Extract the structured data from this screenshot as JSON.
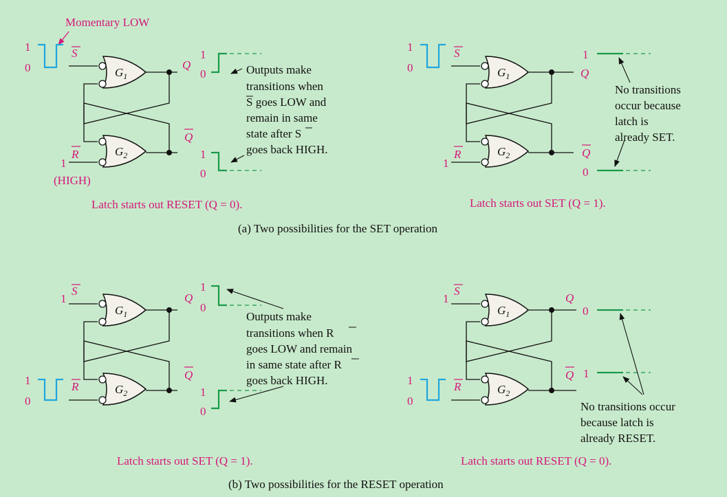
{
  "panels": [
    {
      "id": "a-left",
      "s_label": "S",
      "r_label": "R",
      "gate1": "G",
      "gate1_sub": "1",
      "gate2": "G",
      "gate2_sub": "2",
      "q_label": "Q",
      "qbar_label": "Q",
      "s_levels": [
        "1",
        "0"
      ],
      "r_levels": [
        "1"
      ],
      "q_levels": [
        "1",
        "0"
      ],
      "qbar_levels": [
        "1",
        "0"
      ],
      "extra_label": "(HIGH)",
      "top_label": "Momentary LOW",
      "caption": "Latch starts out RESET (Q = 0).",
      "annotation": [
        "Outputs make",
        "transitions when",
        "S goes LOW and",
        "remain in same",
        "state after S",
        "goes back HIGH."
      ]
    },
    {
      "id": "a-right",
      "s_label": "S",
      "r_label": "R",
      "gate1": "G",
      "gate1_sub": "1",
      "gate2": "G",
      "gate2_sub": "2",
      "q_label": "Q",
      "qbar_label": "Q",
      "s_levels": [
        "1",
        "0"
      ],
      "r_levels": [
        "1"
      ],
      "q_levels": [
        "1"
      ],
      "qbar_levels": [
        "0"
      ],
      "caption": "Latch starts out SET (Q = 1).",
      "annotation": [
        "No transitions",
        "occur because",
        "latch is",
        "already SET."
      ]
    },
    {
      "id": "b-left",
      "s_label": "S",
      "r_label": "R",
      "gate1": "G",
      "gate1_sub": "1",
      "gate2": "G",
      "gate2_sub": "2",
      "q_label": "Q",
      "qbar_label": "Q",
      "s_levels": [
        "1"
      ],
      "r_levels": [
        "1",
        "0"
      ],
      "q_levels": [
        "1",
        "0"
      ],
      "qbar_levels": [
        "1",
        "0"
      ],
      "caption": "Latch starts out SET (Q = 1).",
      "annotation": [
        "Outputs make",
        "transitions when R",
        "goes LOW and remain",
        "in same state after R",
        "goes back HIGH."
      ]
    },
    {
      "id": "b-right",
      "s_label": "S",
      "r_label": "R",
      "gate1": "G",
      "gate1_sub": "1",
      "gate2": "G",
      "gate2_sub": "2",
      "q_label": "Q",
      "qbar_label": "Q",
      "s_levels": [
        "1"
      ],
      "r_levels": [
        "1",
        "0"
      ],
      "q_levels": [
        "0"
      ],
      "qbar_levels": [
        "1"
      ],
      "caption": "Latch starts out RESET (Q = 0).",
      "annotation": [
        "No transitions occur",
        "because latch is",
        "already RESET."
      ]
    }
  ],
  "section_titles": {
    "a": "(a) Two possibilities for the SET operation",
    "b": "(b) Two possibilities for the RESET operation"
  },
  "colors": {
    "background": "#c8eacc",
    "label_magenta": "#d4177a",
    "pulse_blue": "#1fa6dd",
    "output_green": "#1a9a4a",
    "gate_fill": "#f3f1ea"
  }
}
